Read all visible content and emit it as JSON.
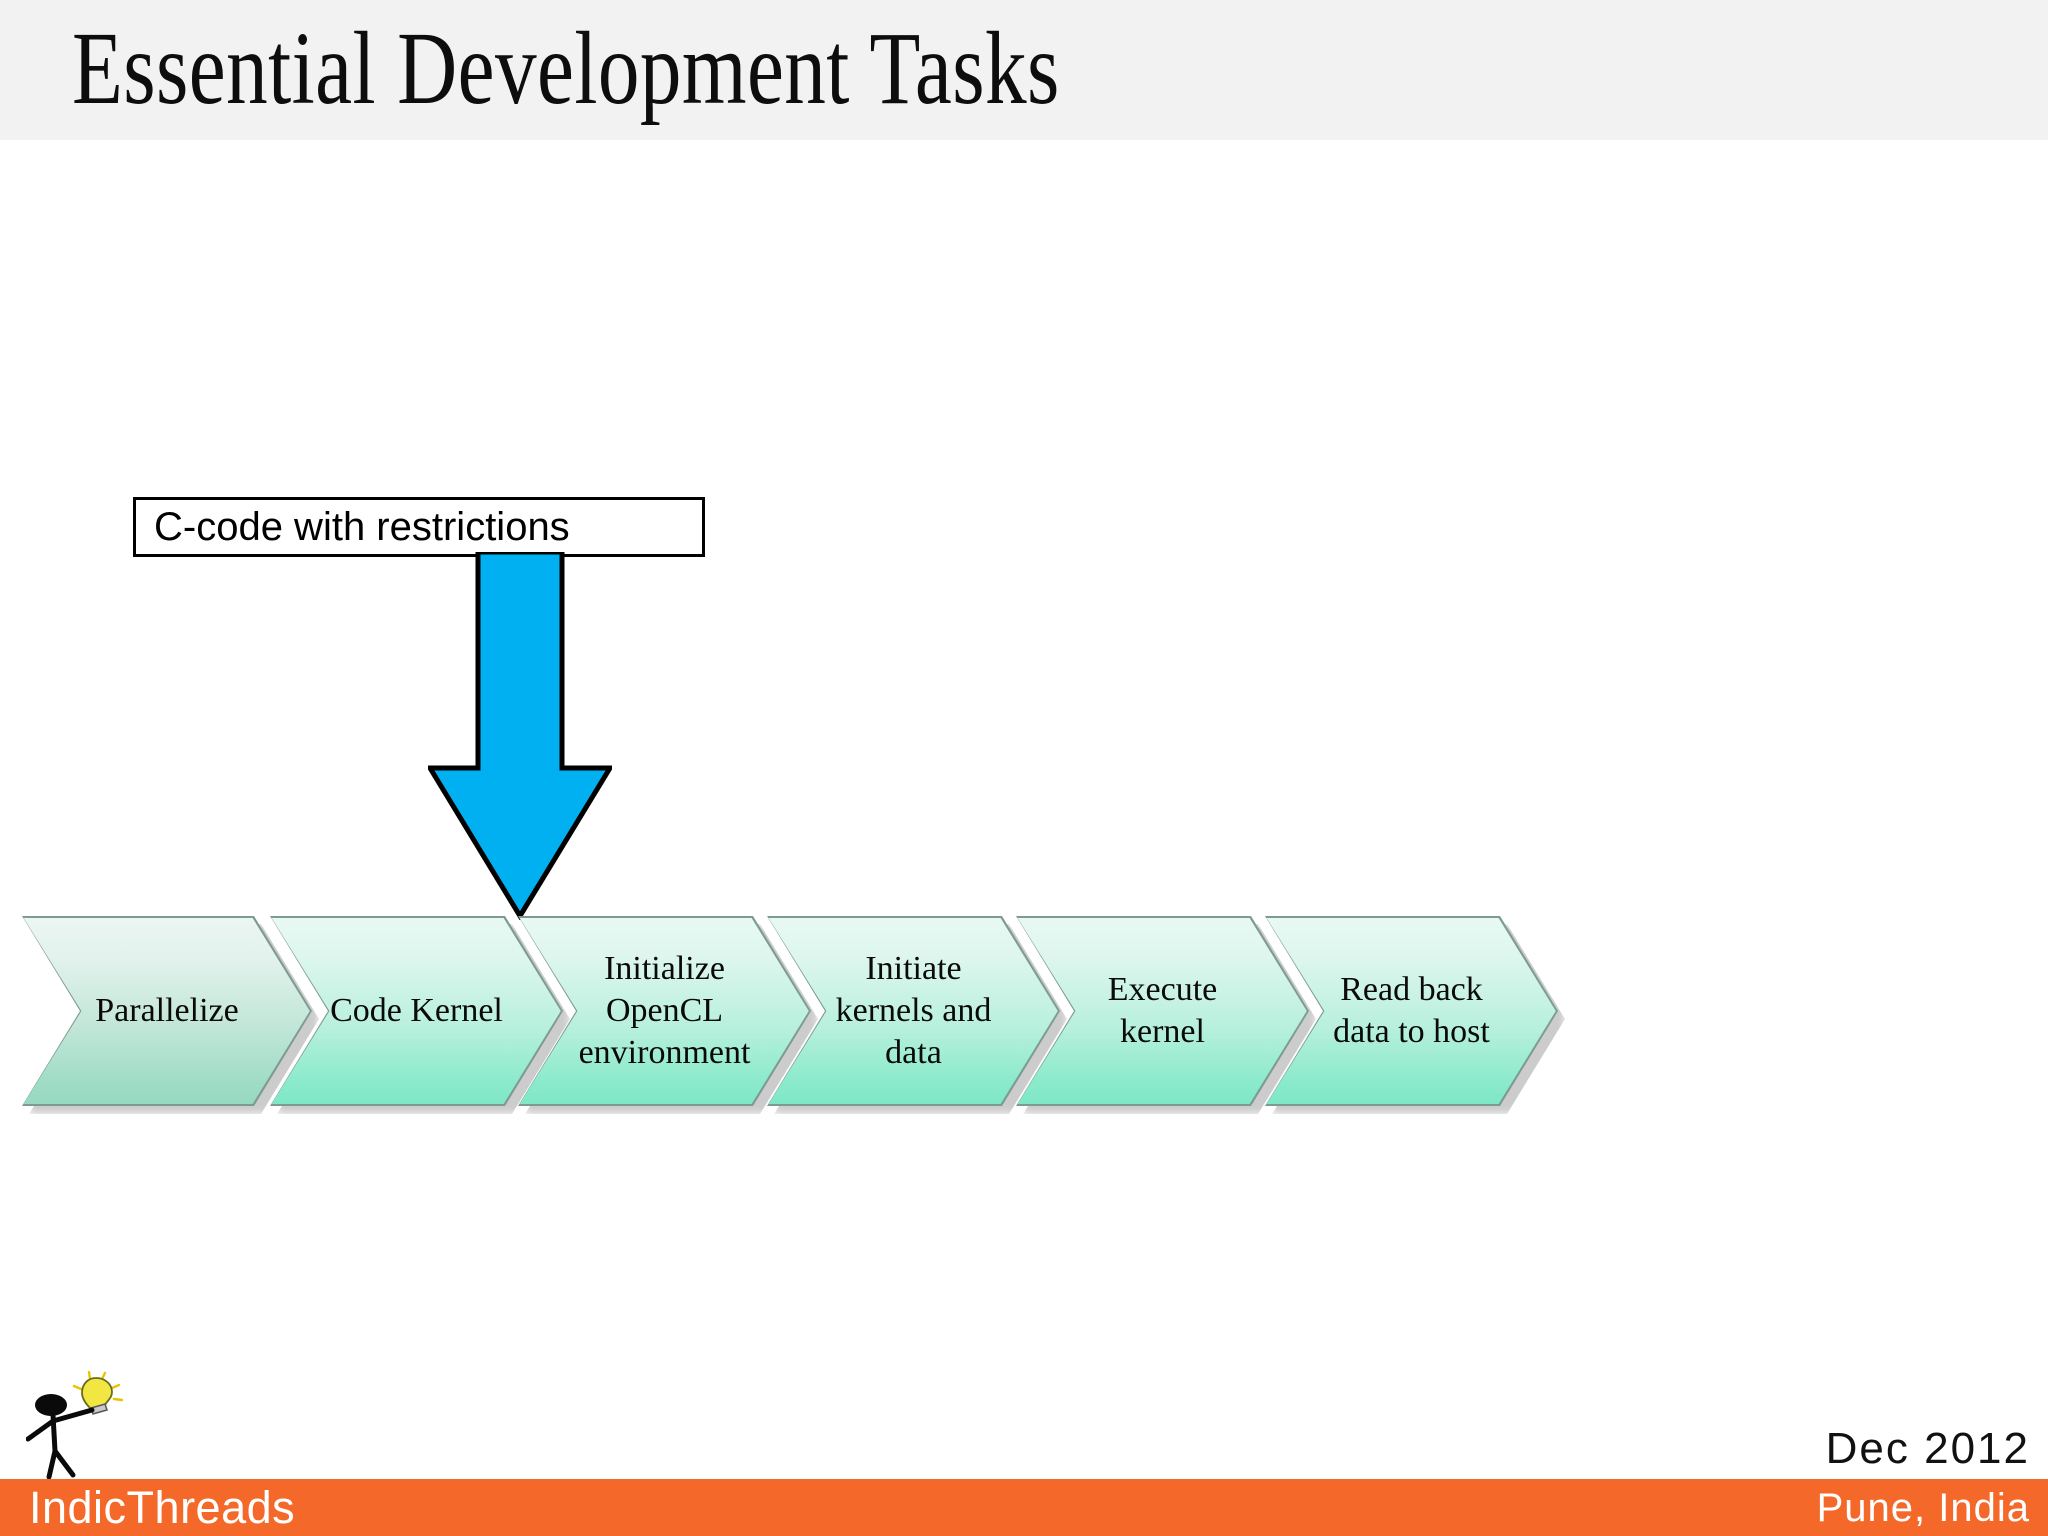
{
  "slide": {
    "title": "Essential Development Tasks",
    "header_bg": "#f2f2f2",
    "body_bg": "#ffffff"
  },
  "callout": {
    "label": "C-code with restrictions",
    "border_color": "#000000",
    "fill_color": "#ffffff"
  },
  "arrow": {
    "name": "down-arrow",
    "direction": "down",
    "fill_color": "#00b0f0",
    "outline_color": "#000000",
    "points_from": "callout",
    "points_to": "Code Kernel"
  },
  "flow": {
    "type": "chevron-process",
    "accent_fill_top": "#e9f9f3",
    "accent_fill_bottom": "#7ee7c6",
    "border_color": "#7d9b93",
    "steps": [
      {
        "id": "parallelize",
        "label": "Parallelize",
        "muted": true
      },
      {
        "id": "code-kernel",
        "label": "Code Kernel",
        "muted": false
      },
      {
        "id": "init-opencl",
        "label": "Initialize\nOpenCL\nenvironment",
        "muted": false
      },
      {
        "id": "initiate",
        "label": "Initiate\nkernels and\ndata",
        "muted": false
      },
      {
        "id": "execute",
        "label": "Execute\nkernel",
        "muted": false
      },
      {
        "id": "read-back",
        "label": "Read back\ndata to host",
        "muted": false
      }
    ]
  },
  "footer": {
    "brand": "IndicThreads",
    "location": "Pune, India",
    "date": "Dec 2012",
    "bar_color": "#f4692a",
    "brand_text_color": "#ffffff",
    "date_text_color": "#111111",
    "mascot_icon": "stick-figure-with-lightbulb-icon"
  }
}
